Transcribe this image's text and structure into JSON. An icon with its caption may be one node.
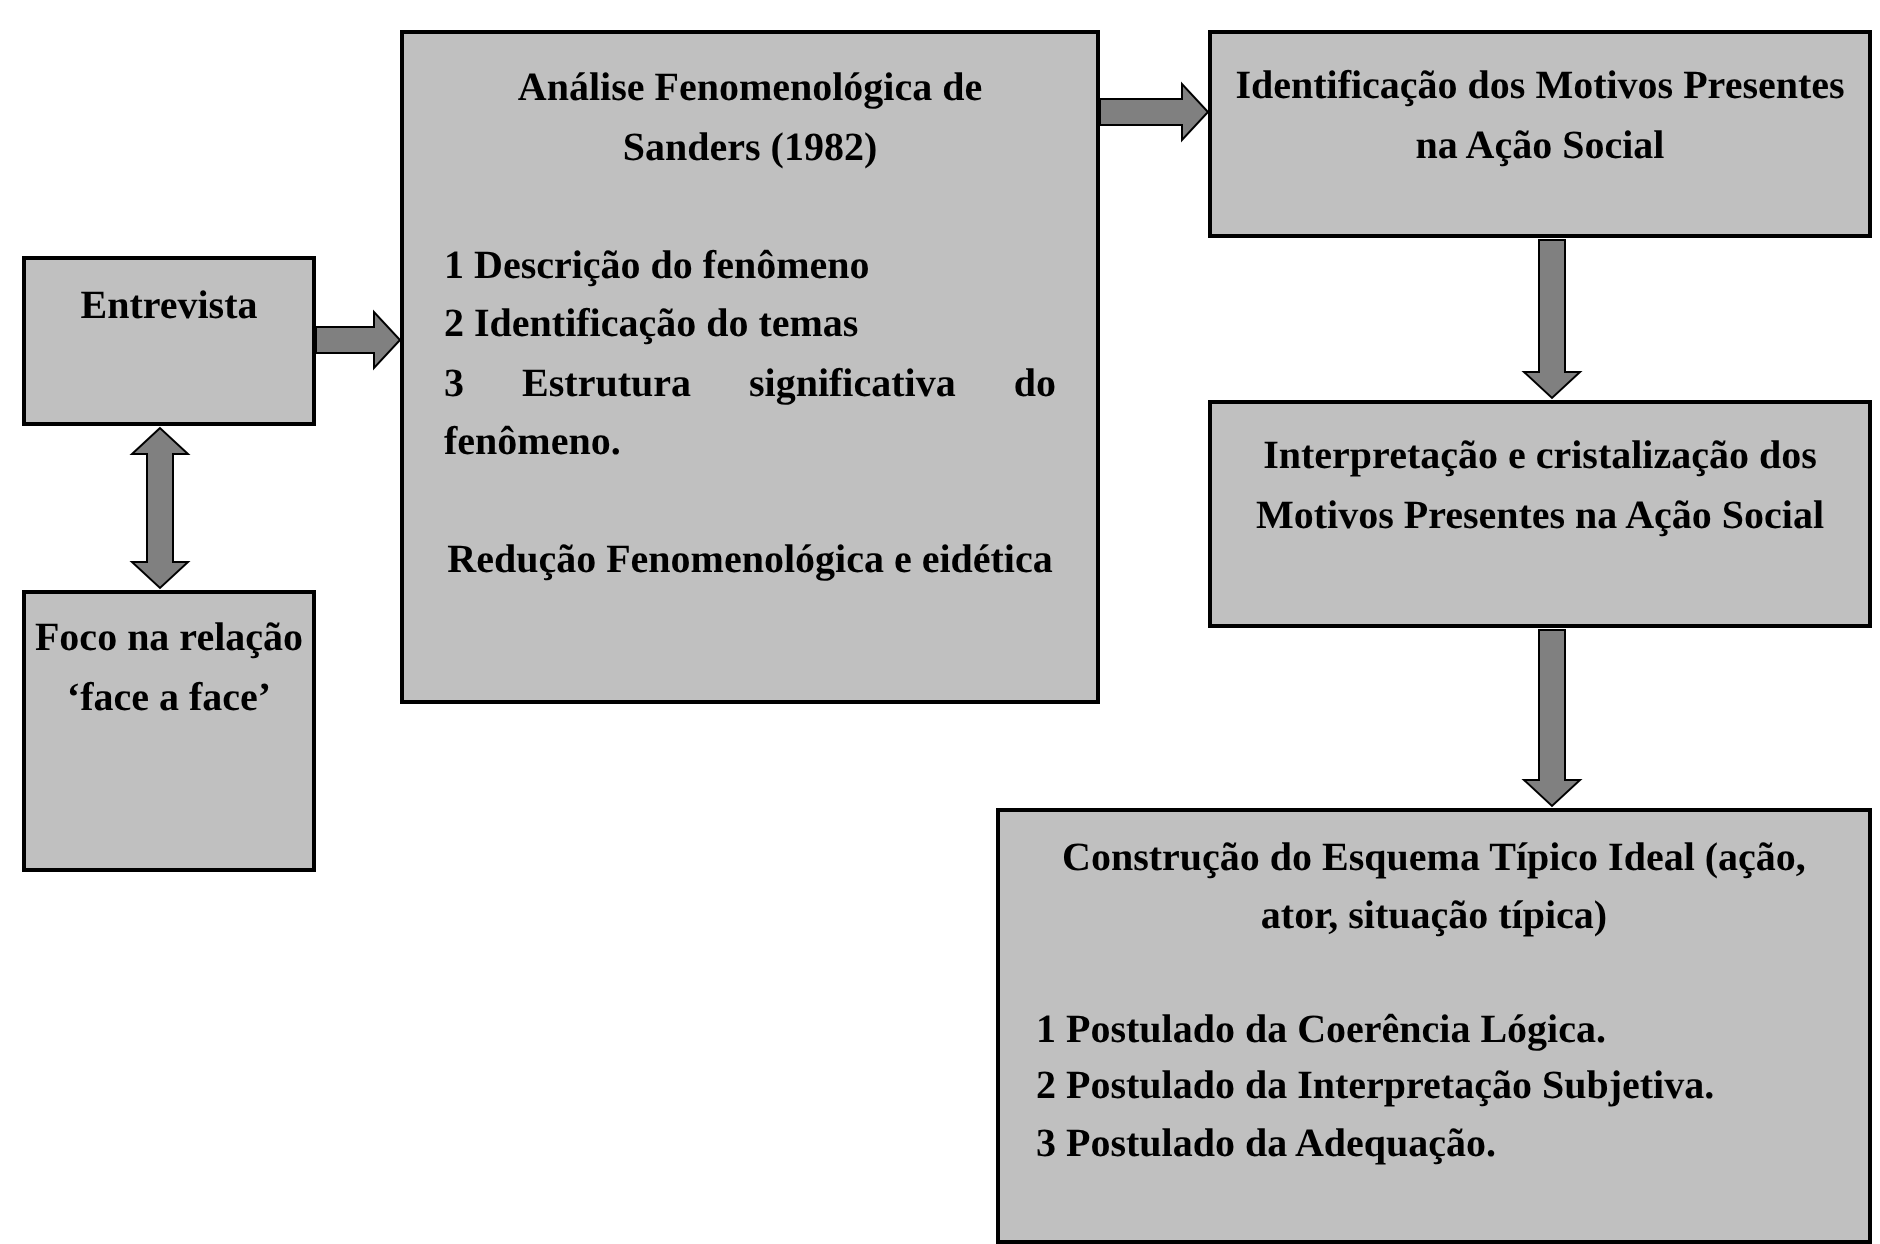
{
  "diagram": {
    "nodes": [
      {
        "text": [
          "Entrevista"
        ]
      },
      {
        "text": [
          "Foco na relação ‘face a face’"
        ]
      },
      {
        "text": [
          "Análise Fenomenológica de Sanders (1982)",
          "1 Descrição do fenômeno",
          "2 Identificação do temas",
          "3 Estrutura significativa do fenômeno.",
          "Redução Fenomenológica e eidética"
        ]
      },
      {
        "text": [
          "Identificação dos Motivos Presentes na Ação Social"
        ]
      },
      {
        "text": [
          "Interpretação e cristalização dos Motivos Presentes na Ação Social"
        ]
      },
      {
        "text": [
          "Construção do Esquema Típico Ideal (ação, ator, situação típica)",
          "1 Postulado da Coerência Lógica.",
          "2 Postulado da Interpretação Subjetiva.",
          "3 Postulado da Adequação."
        ]
      }
    ],
    "edges": [
      {
        "from": 0,
        "to": 1,
        "arrow": "both"
      },
      {
        "from": 0,
        "to": 2,
        "arrow": "to"
      },
      {
        "from": 2,
        "to": 3,
        "arrow": "to"
      },
      {
        "from": 3,
        "to": 4,
        "arrow": "to"
      },
      {
        "from": 4,
        "to": 5,
        "arrow": "to"
      }
    ]
  }
}
